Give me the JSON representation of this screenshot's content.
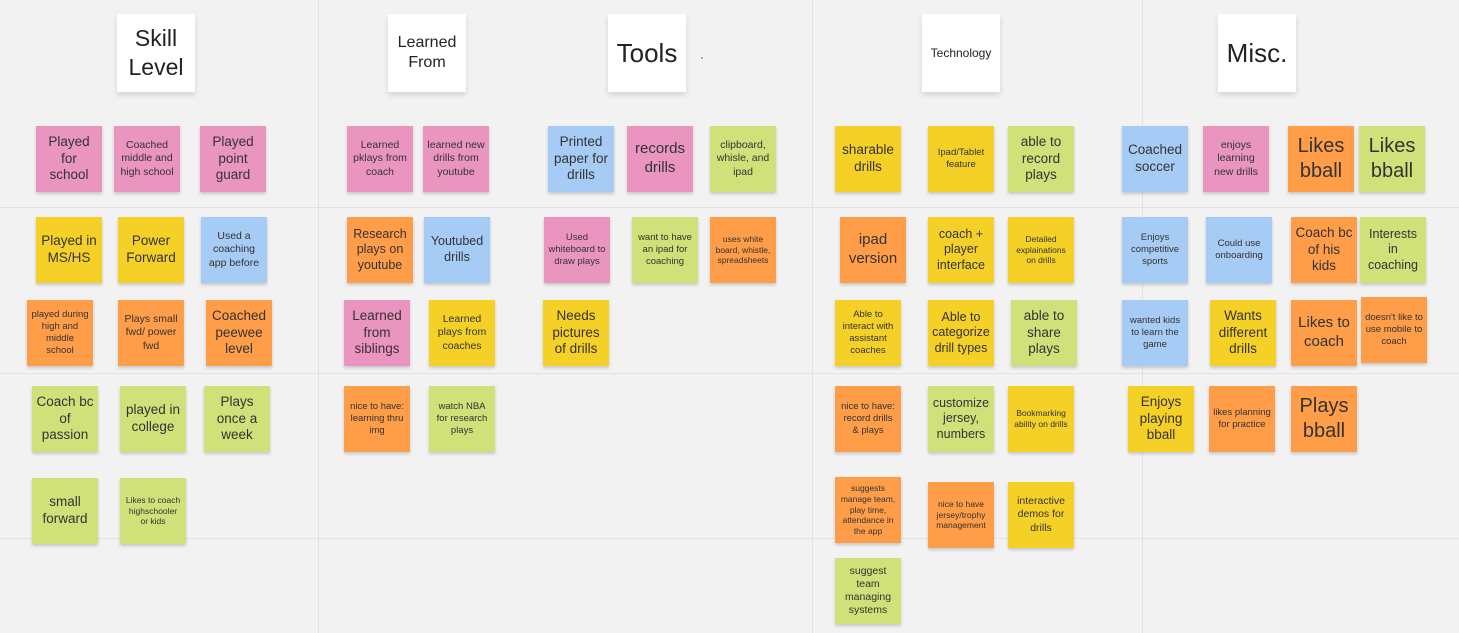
{
  "board": {
    "headers": {
      "skill_level": "Skill Level",
      "learned_from": "Learned From",
      "tools": "Tools",
      "technology": "Technology",
      "misc": "Misc."
    },
    "skill_level": [
      "Played for school",
      "Coached middle and high school",
      "Played point guard",
      "Played in MS/HS",
      "Power Forward",
      "Used a coaching app before",
      "played during high and middle school",
      "Plays small fwd/ power fwd",
      "Coached peewee level",
      "Coach bc of passion",
      "played in college",
      "Plays once a week",
      "small forward",
      "Likes to coach highschooler or kids"
    ],
    "learned_from": [
      "Learned pklays from coach",
      "learned new drills from youtube",
      "Research plays on youtube",
      "Youtubed drills",
      "Learned from siblings",
      "Learned plays from coaches",
      "nice to have: learning thru img",
      "watch NBA for research plays"
    ],
    "tools": [
      "Printed paper for drills",
      "records drills",
      "clipboard, whisle, and ipad",
      "Used whiteboard to draw plays",
      "want to have an ipad for coaching",
      "uses white board, whistle, spreadsheets",
      "Needs pictures of drills"
    ],
    "technology": [
      "sharable drills",
      "Ipad/Tablet feature",
      "able to record plays",
      "ipad version",
      "coach + player interface",
      "Detailed explainations on drills",
      "Able to interact with assistant coaches",
      "Able to categorize drill types",
      "able to share plays",
      "nice to have: record drills & plays",
      "customize jersey, numbers",
      "Bookmarking ability on drills",
      "suggests manage team, play time, attendance in the app",
      "nice to have jersey/trophy management",
      "interactive demos for drills",
      "suggest team managing systems"
    ],
    "misc": [
      "Coached soccer",
      "enjoys learning new drills",
      "Likes bball",
      "Likes bball",
      "Enjoys competitive sports",
      "Could use onboarding",
      "Coach bc of his kids",
      "Interests in coaching",
      "wanted kids to learn the game",
      "Wants different drills",
      "Likes to coach",
      "doesn't like to use mobile to coach",
      "Enjoys playing bball",
      "likes planning for practice",
      "Plays bball"
    ]
  },
  "colors": {
    "pink": "#ea94c0",
    "orange": "#ff9d48",
    "yellow": "#f5d128",
    "green": "#d0e17a",
    "blue": "#a6ccf5",
    "board_background": "#f2f2f2"
  }
}
